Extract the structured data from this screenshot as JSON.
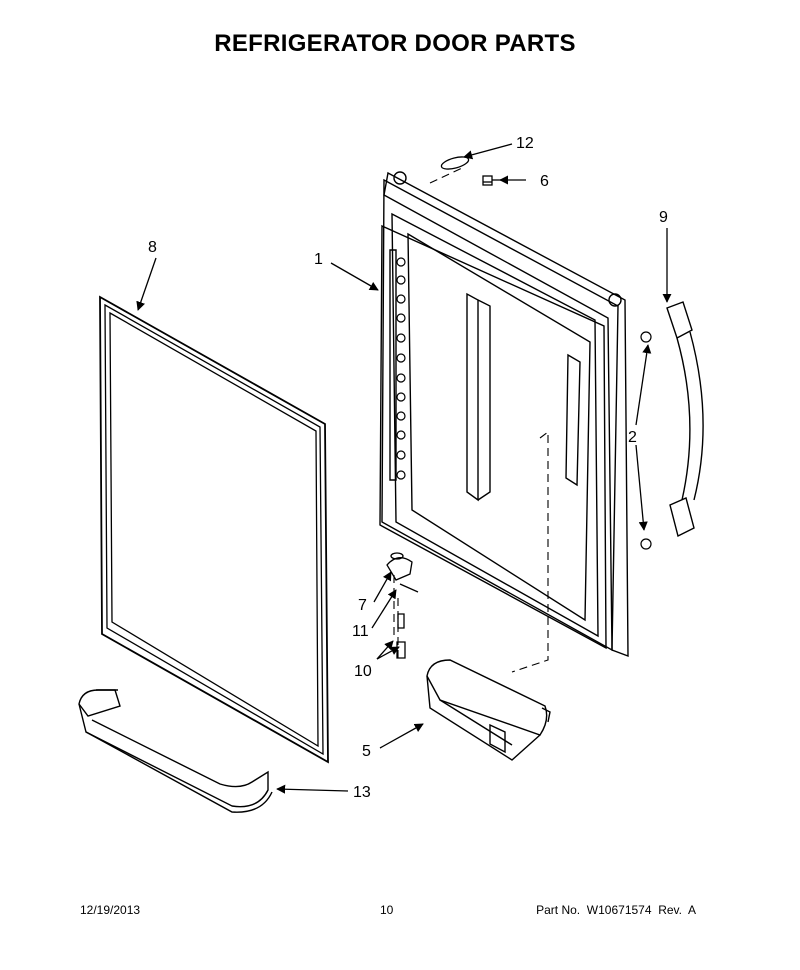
{
  "title": "REFRIGERATOR DOOR PARTS",
  "footer": {
    "date": "12/19/2013",
    "page": "10",
    "part_number": "Part No.  W10671574  Rev.  A"
  },
  "callouts": {
    "c1": "1",
    "c2": "2",
    "c5": "5",
    "c6": "6",
    "c7": "7",
    "c8": "8",
    "c9": "9",
    "c10": "10",
    "c11": "11",
    "c12": "12",
    "c13": "13"
  }
}
